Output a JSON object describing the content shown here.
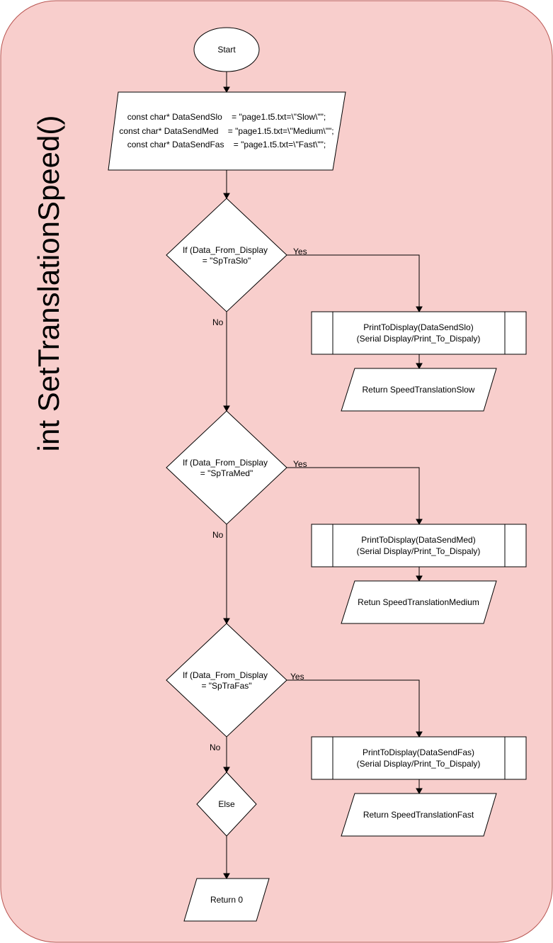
{
  "title": "int SetTranslationSpeed()",
  "colors": {
    "container_fill": "#f8cecc",
    "container_stroke": "#b85450",
    "shape_fill": "#ffffff",
    "stroke": "#000000"
  },
  "nodes": {
    "start": "Start",
    "decl": [
      "const char* DataSendSlo    = \"page1.t5.txt=\\\"Slow\\\"\";",
      "const char* DataSendMed    = \"page1.t5.txt=\\\"Medium\\\"\";",
      "const char* DataSendFas    = \"page1.t5.txt=\\\"Fast\\\"\";"
    ],
    "dec_slow": [
      "If (Data_From_Display",
      "= \"SpTraSlo\""
    ],
    "proc_slow": [
      "PrintToDisplay(DataSendSlo)",
      "(Serial Display/Print_To_Dispaly)"
    ],
    "ret_slow": "Return SpeedTranslationSlow",
    "dec_med": [
      "If (Data_From_Display",
      "= \"SpTraMed\""
    ],
    "proc_med": [
      "PrintToDisplay(DataSendMed)",
      "(Serial Display/Print_To_Dispaly)"
    ],
    "ret_med": "Retun SpeedTranslationMedium",
    "dec_fast": [
      "If (Data_From_Display",
      "= \"SpTraFas\""
    ],
    "proc_fast": [
      "PrintToDisplay(DataSendFas)",
      "(Serial Display/Print_To_Dispaly)"
    ],
    "ret_fast": "Return SpeedTranslationFast",
    "else": "Else",
    "ret_zero": "Return 0"
  },
  "edge_labels": {
    "slow_yes": "Yes",
    "slow_no": "No",
    "med_yes": "Yes",
    "med_no": "No",
    "fast_yes": "Yes",
    "fast_no": "No"
  }
}
